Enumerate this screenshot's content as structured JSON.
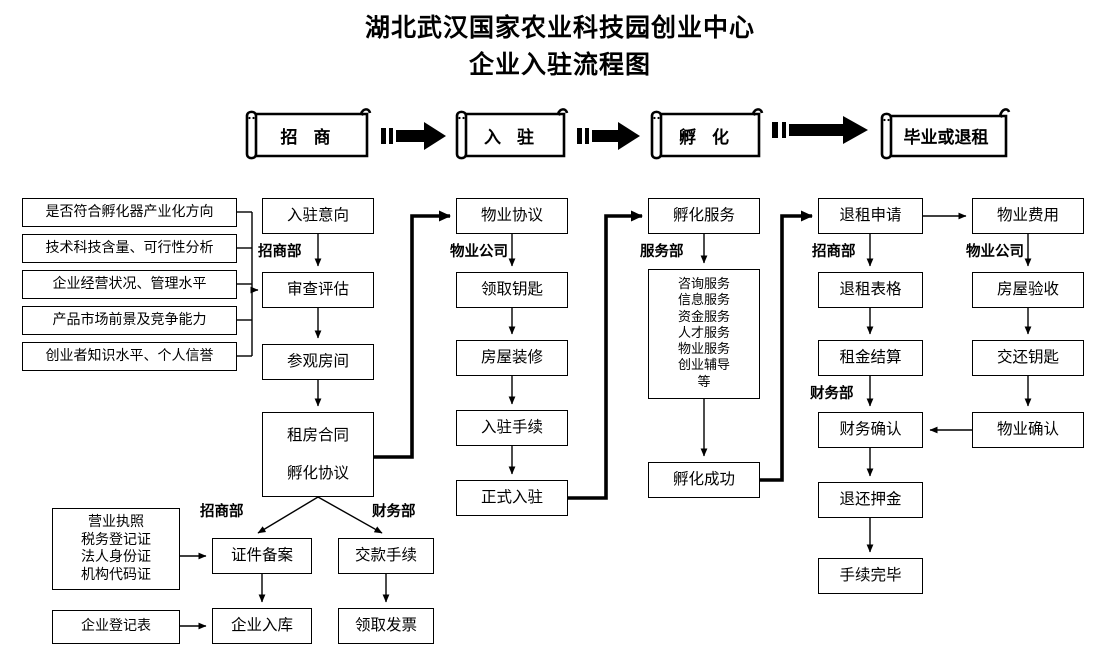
{
  "title": {
    "line1": "湖北武汉国家农业科技园创业中心",
    "line2": "企业入驻流程图"
  },
  "stages": [
    {
      "label": "招 商",
      "name": "stage-banner-zhaoshang"
    },
    {
      "label": "入 驻",
      "name": "stage-banner-ruzhu"
    },
    {
      "label": "孵 化",
      "name": "stage-banner-fuhua"
    },
    {
      "label": "毕业或退租",
      "name": "stage-banner-biye"
    }
  ],
  "criteria": {
    "items": [
      "是否符合孵化器产业化方向",
      "技术科技含量、可行性分析",
      "企业经营状况、管理水平",
      "产品市场前景及竞争能力",
      "创业者知识水平、个人信誉"
    ]
  },
  "columns": {
    "recruit": {
      "dept": "招商部",
      "steps": [
        "入驻意向",
        "审查评估",
        "参观房间"
      ],
      "contract": {
        "line1": "租房合同",
        "line2": "孵化协议"
      }
    },
    "movein": {
      "dept": "物业公司",
      "steps": [
        "物业协议",
        "领取钥匙",
        "房屋装修",
        "入驻手续",
        "正式入驻"
      ]
    },
    "incubate": {
      "dept": "服务部",
      "head": "孵化服务",
      "services": [
        "咨询服务",
        "信息服务",
        "资金服务",
        "人才服务",
        "物业服务",
        "创业辅导",
        "等"
      ],
      "tail": "孵化成功"
    },
    "exit": {
      "dept_top": "招商部",
      "dept_mid": "财务部",
      "steps": [
        "退租申请",
        "退租表格",
        "租金结算",
        "财务确认",
        "退还押金",
        "手续完毕"
      ]
    },
    "property": {
      "dept": "物业公司",
      "steps": [
        "物业费用",
        "房屋验收",
        "交还钥匙",
        "物业确认"
      ]
    }
  },
  "bottom": {
    "dept_left": "招商部",
    "dept_right": "财务部",
    "documents": [
      "营业执照",
      "税务登记证",
      "法人身份证",
      "机构代码证"
    ],
    "register_form": "企业登记表",
    "left_steps": [
      "证件备案",
      "企业入库"
    ],
    "right_steps": [
      "交款手续",
      "领取发票"
    ]
  },
  "colors": {
    "line": "#000000",
    "background": "#ffffff",
    "text": "#000000"
  }
}
